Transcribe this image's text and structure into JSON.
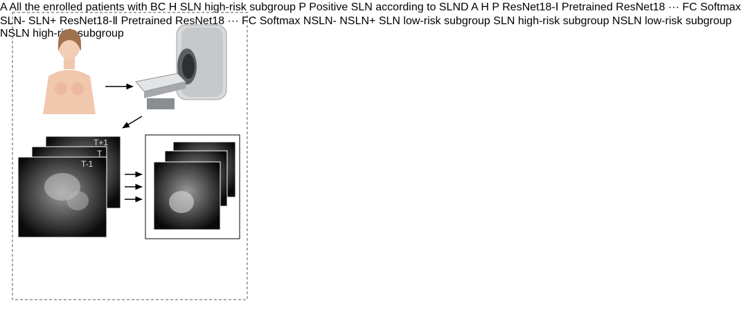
{
  "colors": {
    "teal": "#1493a3",
    "navy": "#2a4f93",
    "peach": "#f2a074",
    "gray_person": "#8f8f8f",
    "blue_person": "#3f74c5",
    "green_person": "#4f8f3a",
    "red_person": "#e06a4d"
  },
  "legend": [
    {
      "letter": "A",
      "text": "All the enrolled patients with BC",
      "color_key": "teal"
    },
    {
      "letter": "H",
      "text": "SLN high-risk subgroup",
      "color_key": "navy"
    },
    {
      "letter": "P",
      "text": "Positive SLN according to SLND",
      "color_key": "peach"
    }
  ],
  "mri": {
    "slice_labels": {
      "back": "T+1",
      "middle": "T",
      "front": "T-1"
    }
  },
  "branch_badges": {
    "a": "A",
    "h": "H",
    "p": "P"
  },
  "network_top": {
    "title": "ResNet18-Ⅰ",
    "pretrained": "Pretrained",
    "pretrained_model": "ResNet18",
    "dots": "···",
    "fc": "FC",
    "softmax": "Softmax",
    "neg_label": "SLN-",
    "pos_label": "SLN+"
  },
  "network_bottom": {
    "title": "ResNet18-Ⅱ",
    "pretrained": "Pretrained",
    "pretrained_model": "ResNet18",
    "dots": "···",
    "fc": "FC",
    "softmax": "Softmax",
    "neg_label": "NSLN-",
    "pos_label": "NSLN+"
  },
  "outcomes": {
    "sln_low": {
      "line1": "SLN low-risk",
      "line2": "subgroup"
    },
    "sln_high": {
      "line1": "SLN high-risk",
      "line2": "subgroup"
    },
    "nsln_low": {
      "line1": "NSLN low-risk",
      "line2": "subgroup"
    },
    "nsln_high": {
      "line1": "NSLN high-risk",
      "line2": "subgroup"
    }
  }
}
